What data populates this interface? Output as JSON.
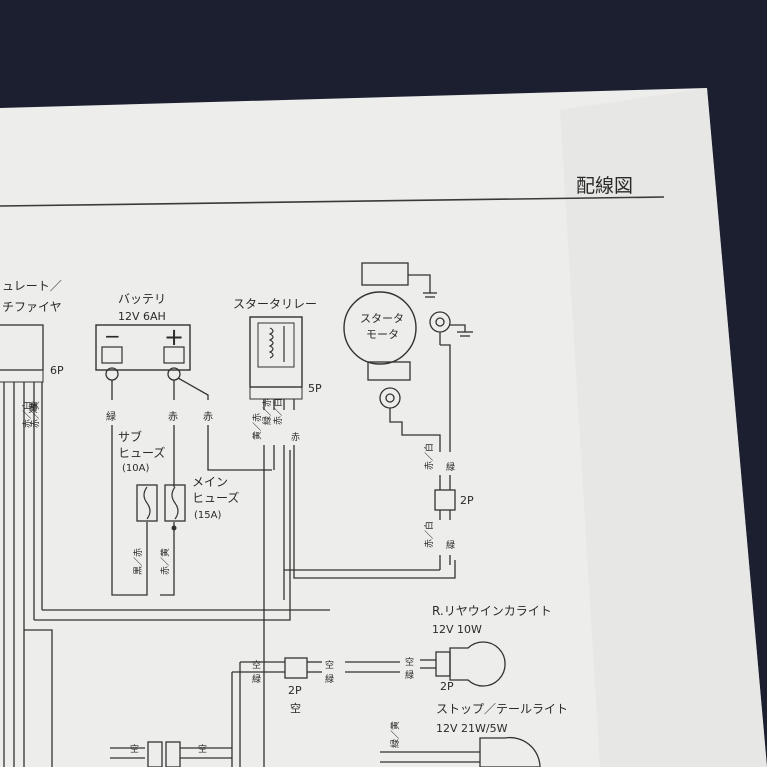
{
  "header": {
    "title": "配線図"
  },
  "left_component": {
    "line1": "ュレート／",
    "line2": "チファイヤ",
    "pins": "6P"
  },
  "left_wires": [
    "黄",
    "赤／白",
    "赤／黄"
  ],
  "battery": {
    "name": "バッテリ",
    "spec": "12V 6AH",
    "minus": "−",
    "plus": "+"
  },
  "battery_wires": [
    "緑",
    "赤",
    "赤"
  ],
  "starter_relay": {
    "name": "スタータリレー",
    "pins": "5P",
    "wires": [
      "黄／赤",
      "緑／赤",
      "赤／白",
      "赤"
    ]
  },
  "starter_motor": {
    "line1": "スタータ",
    "line2": "モータ"
  },
  "sub_fuse": {
    "line1": "サブ",
    "line2": "ヒューズ",
    "rating": "(10A)"
  },
  "main_fuse": {
    "line1": "メイン",
    "line2": "ヒューズ",
    "rating": "(15A)"
  },
  "fuse_wires": [
    "黒／赤",
    "赤／黄"
  ],
  "connector_2p_right": {
    "label": "2P",
    "wires_top": [
      "赤／白",
      "緑"
    ],
    "wires_bottom": [
      "赤／白",
      "緑"
    ]
  },
  "rear_winker": {
    "name": "R.リヤウインカライト",
    "spec": "12V 10W",
    "connector": "2P",
    "wires": [
      "空",
      "緑"
    ]
  },
  "connector_2p_mid": {
    "label": "2P",
    "sub": "空",
    "wires_left": [
      "空",
      "緑"
    ],
    "wires_right": [
      "空",
      "緑"
    ]
  },
  "stop_tail": {
    "name": "ストップ／テールライト",
    "spec": "12V 21W/5W",
    "wires": [
      "緑／黄"
    ]
  },
  "bottom_connector": {
    "wires_left": [
      "空"
    ],
    "wires_right": [
      "空"
    ]
  }
}
